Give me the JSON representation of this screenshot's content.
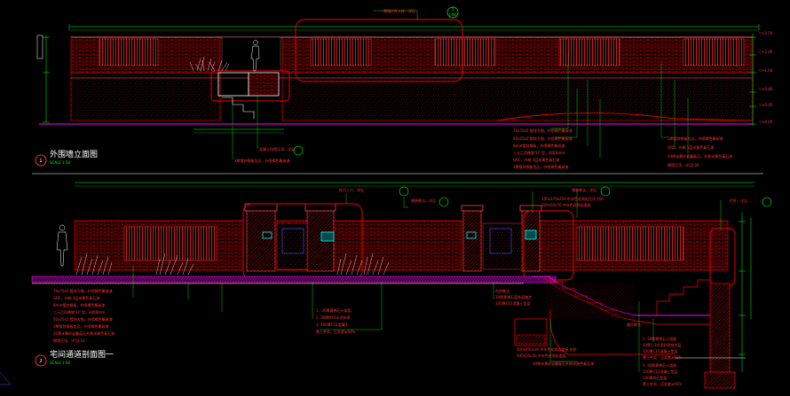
{
  "view1": {
    "badge": "1",
    "title": "外围墙立面图",
    "scale": "SCALE 1:50",
    "callout_num": "1",
    "callout_sheet": "J-08",
    "callout_text": "围墙栏杆大样，详见",
    "notes": [
      "70x70x5 镀锌方钢，外喷褐色氟碳漆",
      "50x25x2 镀锌方钢，外喷褐色氟碳漆",
      "8mm镀锌钢板，外喷褐色氟碳漆",
      "三元乙丙橡胶\"H\" 型，间距8mm",
      "GRC，外刷 1层米黄色真石漆",
      "3厚镀锌钢板包边，外喷褐色氟碳漆"
    ],
    "notes_right": [
      "3厚镀锌钢板包边，外喷褐色氟碳漆",
      "GRC，外刷 1层米黄色真石漆",
      "20厚米黄砂岩蘑菇石，外刷米黄色真石漆",
      "围墙压顶，详见J-09"
    ],
    "bottom_notes": [
      "混凝土挡墙压顶，详见",
      "3厚镀锌钢板包边，外喷褐色氟碳漆"
    ],
    "elevations": [
      "▽+2.50",
      "▽+2.00",
      "▽+1.60",
      "▽+0.80",
      "▽+0.45",
      "▽±0.00"
    ]
  },
  "view2": {
    "badge": "2",
    "title": "宅间通道剖面图一",
    "scale": "SCALE 1:50",
    "callout_text": "标识入户，详见",
    "callout2_text": "铺装做法，详见",
    "callout3_text": "铺装做法，详见",
    "callout4_text": "栏杆，详见",
    "notes": [
      "70x70x5 镀锌方钢，外喷褐色氟碳漆",
      "GRC，外刷 1层米黄色真石漆",
      "8mm镀锌钢板，外喷褐色氟碳漆",
      "三元乙丙橡胶\"H\" 型，间距8mm",
      "50x25x2 镀锌方钢，外喷褐色氟碳漆",
      "3厚镀锌钢板包边，外喷褐色氟碳漆",
      "20厚米黄砂岩蘑菇石外刷米黄色真石漆",
      "围墙压顶，详见J-10"
    ],
    "paving": [
      "1、30厚黄锈石火烧面",
      "2. 30厚M15水泥砂浆",
      "3. 100厚C15混凝土",
      "素土夯实，压实度≥93%"
    ],
    "steps_note": [
      "台阶做法",
      "30厚黄锈石荔枝面踏步",
      "100厚C15混凝土垫层"
    ],
    "right_paving": [
      "1. 30厚黄锈石火烧面",
      "20厚1:3水泥砂浆结合层",
      "100厚C15混凝土垫层",
      "素土夯实，压实度≥93%"
    ],
    "right_paving2": [
      "1. 30厚黄锈石火烧面",
      "150厚C15混凝土垫层",
      "100厚碎石垫层",
      "素土夯实，压实度≥93%"
    ],
    "step_label": "踏步做法",
    "drain_note": [
      "400x400x30 中灰色花岗岩盖板 台阶",
      "500x50x50 中灰色花岗岩盖板"
    ],
    "bottom_note": "30厚米黄砂岩蘑菇石外刷米黄色真石漆",
    "sign_note": [
      "100x270x250 中灰色花岗岩压顶 台阶",
      "500x50x50 中灰色花岗岩盖板"
    ]
  },
  "colors": {
    "background": "#000000",
    "wall_red": "#ff0000",
    "dim_green": "#00ff00",
    "text_white": "#ffffff",
    "grade_magenta": "#ff00ff",
    "sign_cyan": "#00ffff",
    "ground_yellow": "#ffff66"
  }
}
